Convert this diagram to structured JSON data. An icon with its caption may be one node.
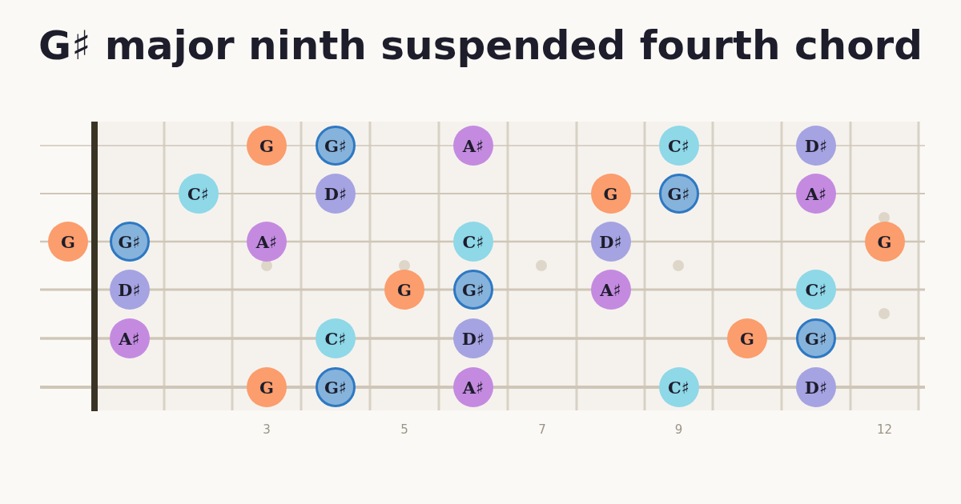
{
  "diagram": {
    "title": "G♯ major ninth suspended fourth chord",
    "nodes": [
      {
        "text": [
          "G"
        ]
      },
      {
        "text": [
          "G♯"
        ]
      },
      {
        "text": [
          "A♯"
        ]
      },
      {
        "text": [
          "C♯"
        ]
      },
      {
        "text": [
          "D♯"
        ]
      },
      {
        "text": [
          "C♯"
        ]
      },
      {
        "text": [
          "D♯"
        ]
      },
      {
        "text": [
          "G"
        ]
      },
      {
        "text": [
          "G♯"
        ]
      },
      {
        "text": [
          "A♯"
        ]
      },
      {
        "text": [
          "G"
        ]
      },
      {
        "text": [
          "G♯"
        ]
      },
      {
        "text": [
          "A♯"
        ]
      },
      {
        "text": [
          "C♯"
        ]
      },
      {
        "text": [
          "D♯"
        ]
      },
      {
        "text": [
          "G"
        ]
      },
      {
        "text": [
          "D♯"
        ]
      },
      {
        "text": [
          "G"
        ]
      },
      {
        "text": [
          "G♯"
        ]
      },
      {
        "text": [
          "A♯"
        ]
      },
      {
        "text": [
          "C♯"
        ]
      },
      {
        "text": [
          "A♯"
        ]
      },
      {
        "text": [
          "C♯"
        ]
      },
      {
        "text": [
          "D♯"
        ]
      },
      {
        "text": [
          "G"
        ]
      },
      {
        "text": [
          "G♯"
        ]
      },
      {
        "text": [
          "G"
        ]
      },
      {
        "text": [
          "G♯"
        ]
      },
      {
        "text": [
          "A♯"
        ]
      },
      {
        "text": [
          "C♯"
        ]
      },
      {
        "text": [
          "D♯"
        ]
      }
    ],
    "labels": [
      "3",
      "5",
      "7",
      "9",
      "12"
    ]
  }
}
